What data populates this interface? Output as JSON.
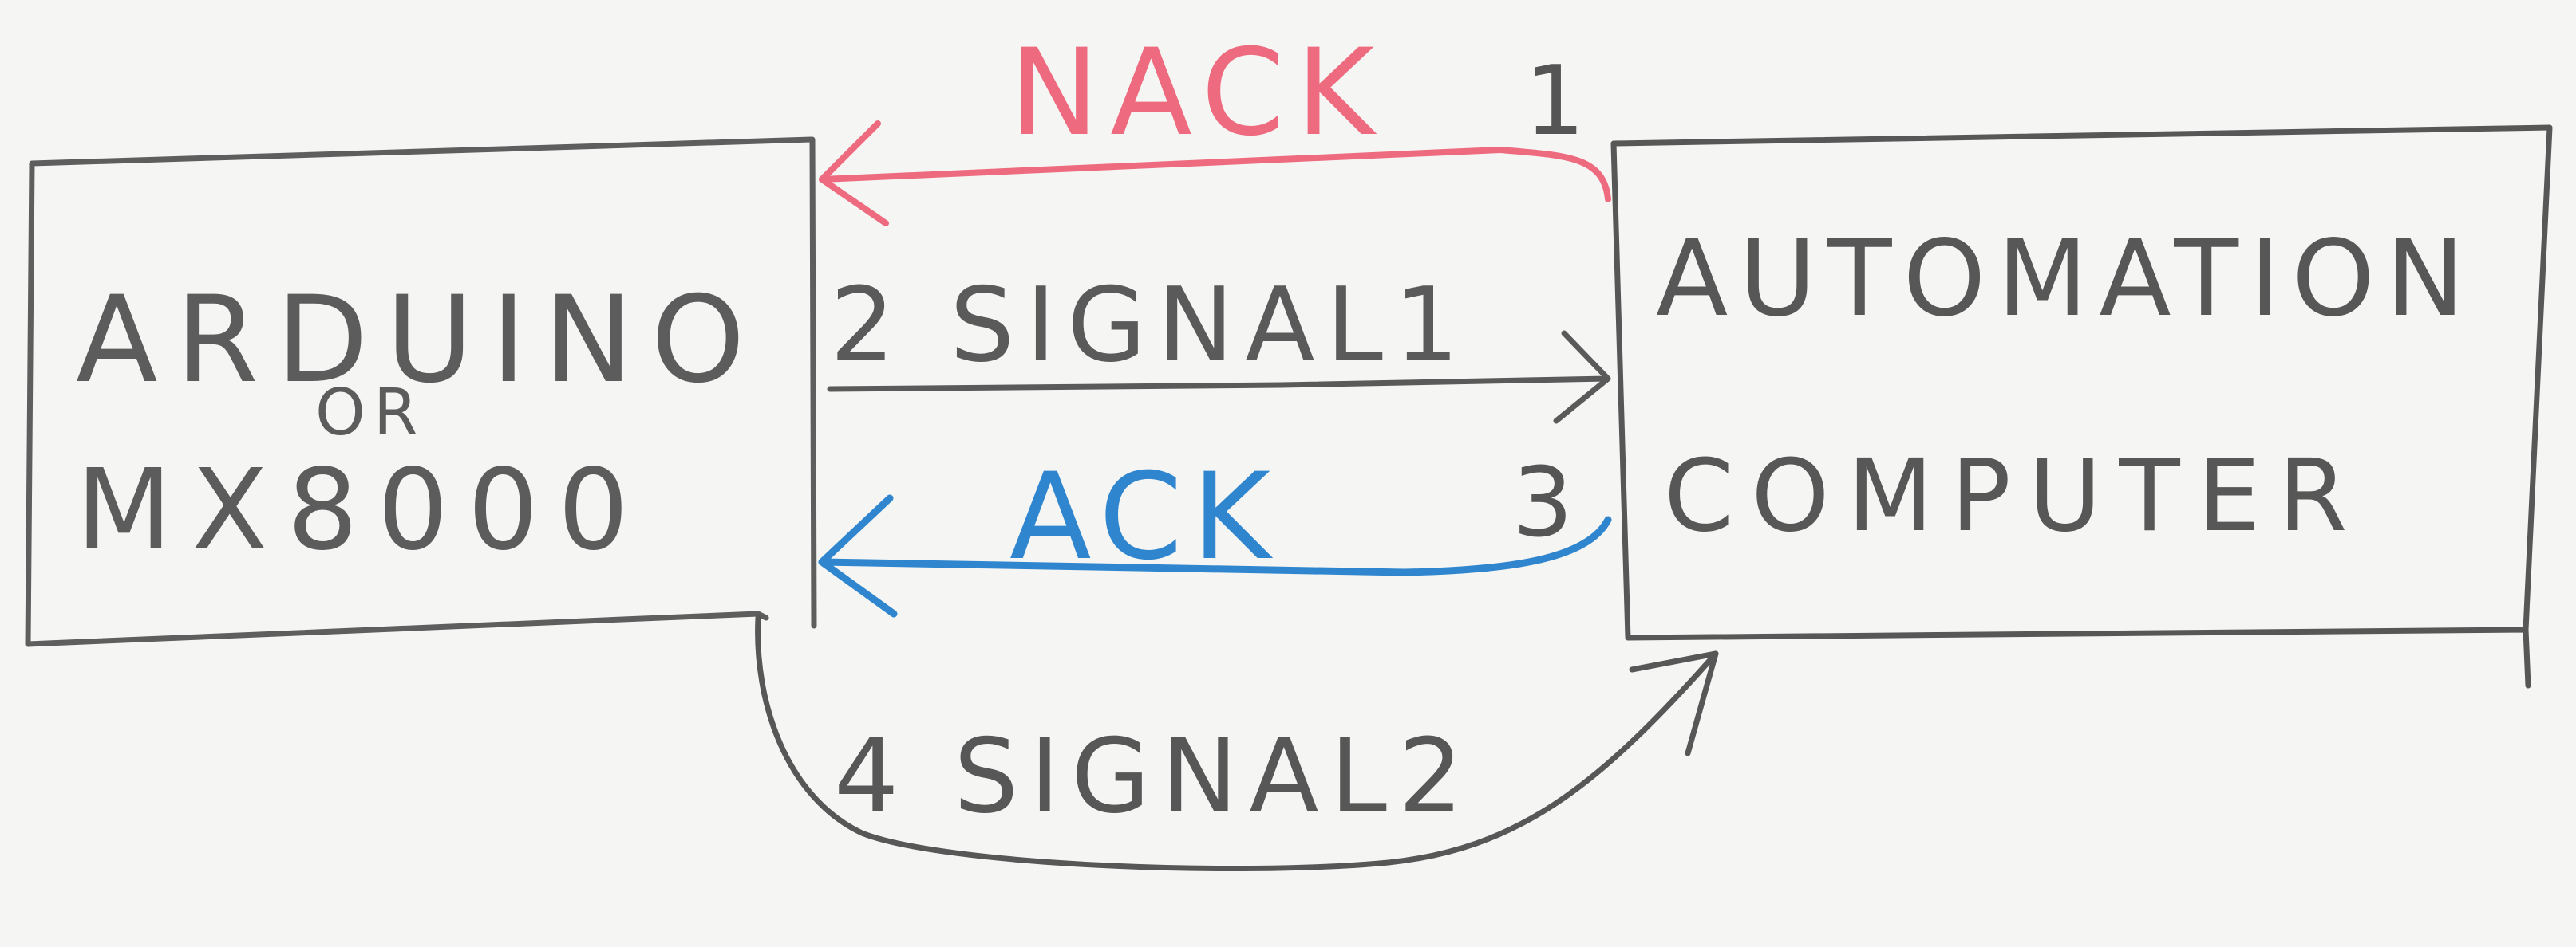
{
  "boxes": {
    "left": {
      "line1": "ARDUINO",
      "line2": "OR",
      "line3": "MX8000"
    },
    "right": {
      "line1": "AUTOMATION",
      "line2": "COMPUTER"
    }
  },
  "arrows": {
    "nack": {
      "step": "1",
      "label": "NACK"
    },
    "signal1": {
      "label": "2 SIGNAL1"
    },
    "ack": {
      "step": "3",
      "label": "ACK"
    },
    "signal2": {
      "label": "4 SIGNAL2"
    }
  },
  "colors": {
    "pencil": "#5a5a5a",
    "nack": "#ee6b7f",
    "ack": "#2f86cf",
    "paper": "#f5f5f3"
  }
}
